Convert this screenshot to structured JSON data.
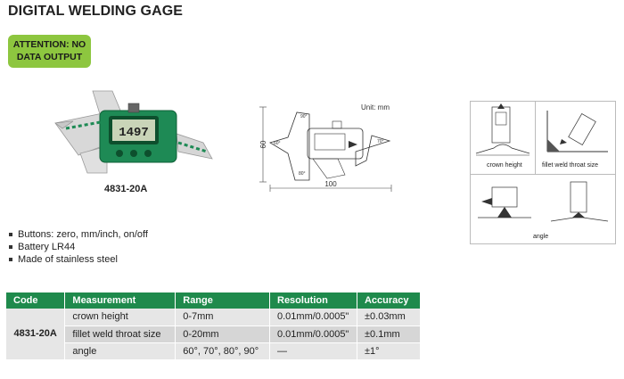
{
  "title": "DIGITAL WELDING GAGE",
  "attention": {
    "line1": "ATTENTION: NO",
    "line2": "DATA OUTPUT"
  },
  "product": {
    "code": "4831-20A",
    "display_value": "1497"
  },
  "drawing": {
    "unit": "Unit: mm",
    "width_dim": "100",
    "height_dim": "60",
    "angles": [
      "90°",
      "60°",
      "80°",
      "70°"
    ]
  },
  "usage": {
    "captions": [
      "crown height",
      "fillet weld throat size",
      "angle"
    ]
  },
  "features": [
    "Buttons: zero, mm/inch, on/off",
    "Battery LR44",
    "Made of stainless steel"
  ],
  "table": {
    "headers": [
      "Code",
      "Measurement",
      "Range",
      "Resolution",
      "Accuracy"
    ],
    "code": "4831-20A",
    "rows": [
      {
        "measurement": "crown height",
        "range": "0-7mm",
        "resolution": "0.01mm/0.0005\"",
        "accuracy": "±0.03mm"
      },
      {
        "measurement": "fillet weld throat size",
        "range": "0-20mm",
        "resolution": "0.01mm/0.0005\"",
        "accuracy": "±0.1mm"
      },
      {
        "measurement": "angle",
        "range": "60°, 70°, 80°, 90°",
        "resolution": "—",
        "accuracy": "±1°"
      }
    ]
  },
  "colors": {
    "accent_green": "#8dc63f",
    "header_green": "#1f8a4c",
    "body_green": "#1e8a55"
  }
}
